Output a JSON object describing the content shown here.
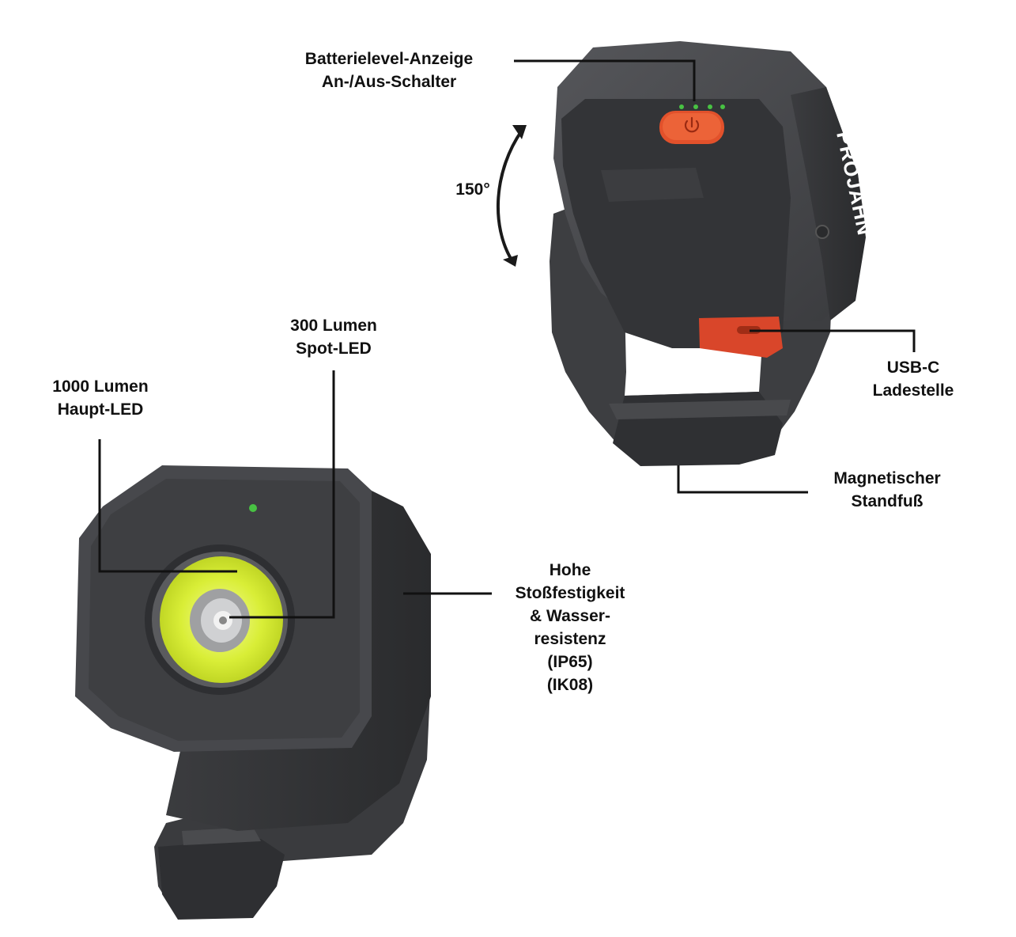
{
  "labels": {
    "battery": {
      "line1": "Batterielevel-Anzeige",
      "line2": "An-/Aus-Schalter"
    },
    "angle": "150°",
    "usb": {
      "line1": "USB-C",
      "line2": "Ladestelle"
    },
    "magnet": {
      "line1": "Magnetischer",
      "line2": "Standfuß"
    },
    "spot": {
      "line1": "300 Lumen",
      "line2": "Spot-LED"
    },
    "main": {
      "line1": "1000 Lumen",
      "line2": "Haupt-LED"
    },
    "rugged": {
      "line1": "Hohe",
      "line2": "Stoßfestigkeit",
      "line3": "& Wasser-",
      "line4": "resistenz",
      "line5": "(IP65)",
      "line6": "(IK08)"
    }
  },
  "brand": "PROJAHN",
  "colors": {
    "housing": "#4a4b4f",
    "housing_dark": "#2e2f32",
    "power_button": "#e2512b",
    "usb_port": "#d9462a",
    "cob_led": "#d9ee37",
    "indicator": "#48c243"
  },
  "battery_indicator_leds": 4
}
